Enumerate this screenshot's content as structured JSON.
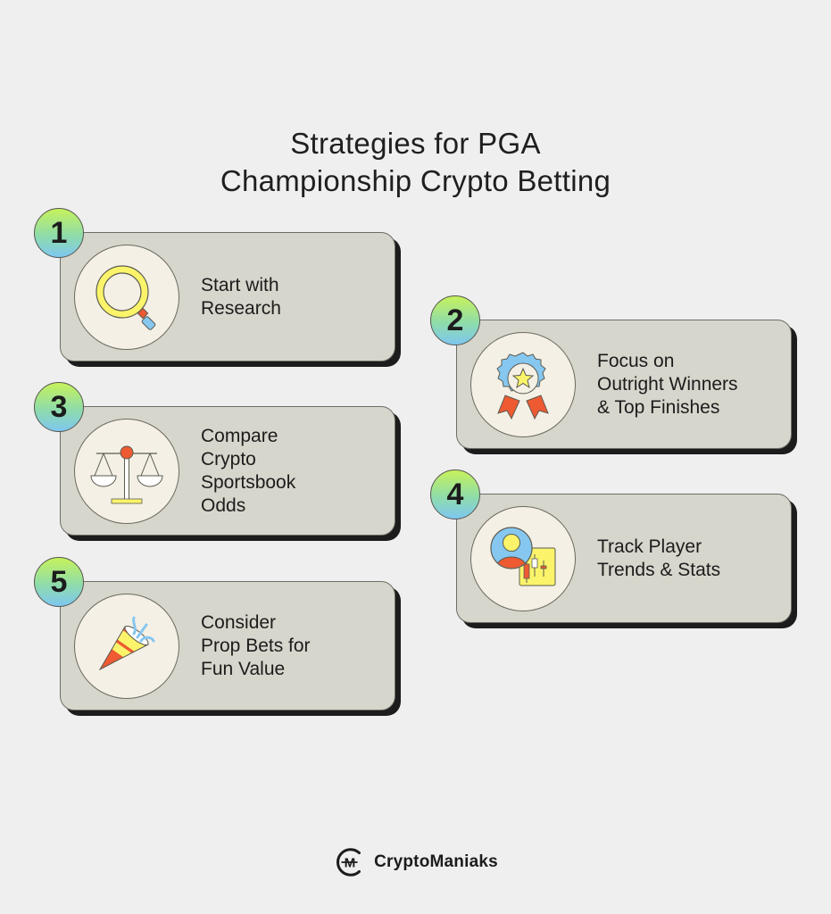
{
  "header": {
    "title_line1": "Strategies for PGA",
    "title_line2": "Championship Crypto Betting"
  },
  "cards": [
    {
      "number": "1",
      "icon": "magnifying-glass-icon",
      "lines": [
        "Start with",
        "Research"
      ]
    },
    {
      "number": "2",
      "icon": "award-ribbon-icon",
      "lines": [
        "Focus on",
        "Outright Winners",
        "& Top Finishes"
      ]
    },
    {
      "number": "3",
      "icon": "balance-scale-icon",
      "lines": [
        "Compare",
        "Crypto",
        "Sportsbook",
        "Odds"
      ]
    },
    {
      "number": "4",
      "icon": "player-stats-chart-icon",
      "lines": [
        "Track Player",
        "Trends & Stats"
      ]
    },
    {
      "number": "5",
      "icon": "party-popper-icon",
      "lines": [
        "Consider",
        "Prop Bets for",
        "Fun Value"
      ]
    }
  ],
  "footer": {
    "brand": "CryptoManiaks",
    "logo_icon": "cryptomaniaks-logo-icon"
  },
  "colors": {
    "background": "#efefef",
    "card": "#d7d6cc",
    "card_shadow": "#1c1c1c",
    "icon_bg": "#f5f0e6",
    "yellow": "#fbf46a",
    "red": "#ee5a32",
    "blue": "#86c7f0",
    "badge_top": "#c6f25c",
    "badge_bottom": "#7ec7f0"
  }
}
